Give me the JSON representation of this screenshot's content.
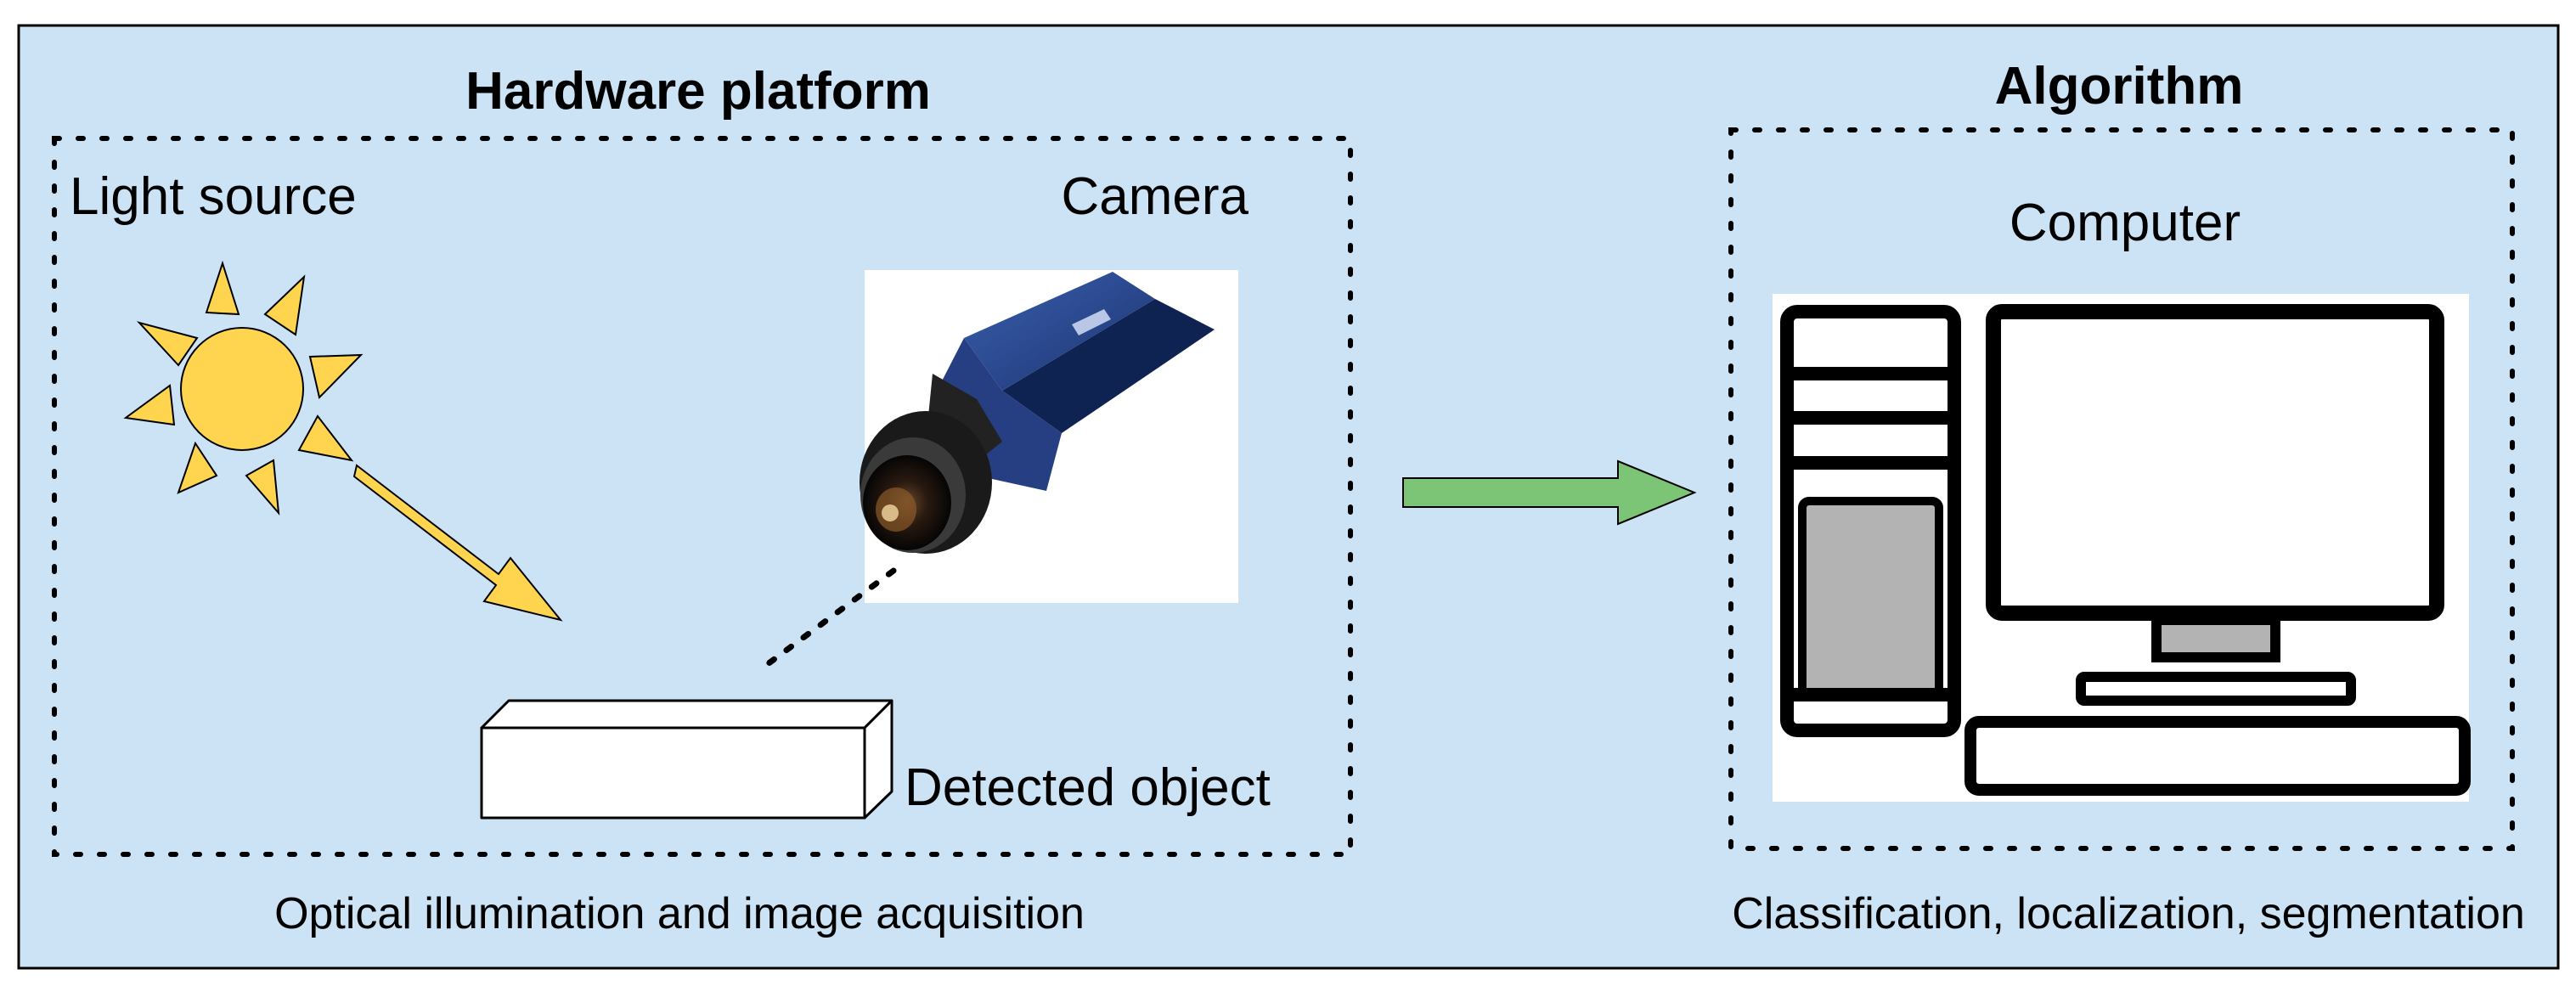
{
  "colors": {
    "panel_background": "#cce3f5",
    "frame": "#000000",
    "sun": "#ffd54f",
    "light_arrow": "#ffd54f",
    "flow_arrow": "#7cc576",
    "camera_body": "#1f3b78",
    "object_box": "#ffffff"
  },
  "hardware": {
    "title": "Hardware platform",
    "light_source_label": "Light source",
    "camera_label": "Camera",
    "object_label": "Detected object",
    "caption": "Optical illumination and image acquisition"
  },
  "algorithm": {
    "title": "Algorithm",
    "computer_label": "Computer",
    "caption": "Classification, localization, segmentation"
  },
  "icons": {
    "sun": "sun-icon",
    "light_ray": "light-ray-arrow-icon",
    "camera": "industrial-camera-icon",
    "object": "box-object-icon",
    "flow": "right-arrow-icon",
    "computer": "desktop-computer-icon"
  }
}
